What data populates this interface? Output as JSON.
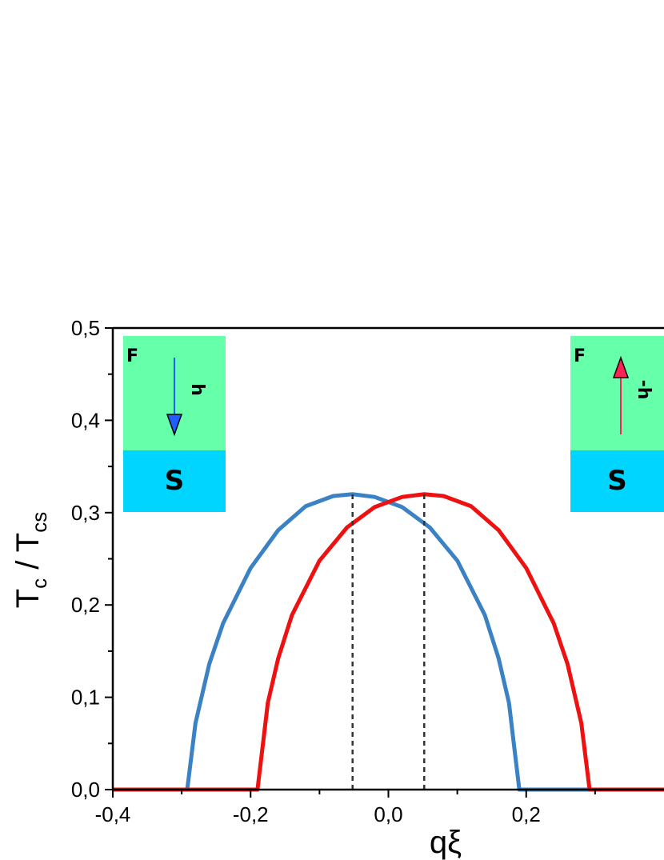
{
  "chart_data": {
    "type": "line",
    "xlabel": "qξ",
    "ylabel_main": "T",
    "ylabel_sub1": "c",
    "ylabel_sep": " / T",
    "ylabel_sub2": "cs",
    "xlim": [
      -0.4,
      0.4
    ],
    "ylim": [
      0,
      0.5
    ],
    "x_ticks": [
      "-0,4",
      "-0,2",
      "0,0",
      "0,2"
    ],
    "y_ticks": [
      "0,0",
      "0,1",
      "0,2",
      "0,3",
      "0,4",
      "0,5"
    ],
    "grid": false,
    "series": [
      {
        "color": "#3b82c4",
        "x": [
          -0.4,
          -0.292,
          -0.28,
          -0.26,
          -0.24,
          -0.2,
          -0.16,
          -0.12,
          -0.08,
          -0.052,
          -0.02,
          0.02,
          0.06,
          0.1,
          0.14,
          0.16,
          0.175,
          0.182,
          0.19,
          0.4
        ],
        "y": [
          0,
          0,
          0.072,
          0.136,
          0.18,
          0.24,
          0.281,
          0.307,
          0.318,
          0.32,
          0.317,
          0.306,
          0.284,
          0.248,
          0.189,
          0.142,
          0.094,
          0.05,
          0,
          0
        ]
      },
      {
        "color": "#ee1111",
        "x": [
          -0.4,
          -0.19,
          -0.182,
          -0.175,
          -0.16,
          -0.14,
          -0.1,
          -0.06,
          -0.02,
          0.02,
          0.052,
          0.08,
          0.12,
          0.16,
          0.2,
          0.24,
          0.26,
          0.28,
          0.292,
          0.4
        ],
        "y": [
          0,
          0,
          0.05,
          0.094,
          0.142,
          0.189,
          0.248,
          0.284,
          0.306,
          0.317,
          0.32,
          0.318,
          0.307,
          0.281,
          0.24,
          0.18,
          0.136,
          0.072,
          0,
          0
        ]
      }
    ],
    "vlines": [
      {
        "x": -0.052,
        "y_top": 0.32,
        "style": "dashed"
      },
      {
        "x": 0.052,
        "y_top": 0.32,
        "style": "dashed"
      }
    ],
    "insets": [
      {
        "position": "top-left",
        "top_label": "F",
        "bottom_label": "S",
        "arrow_label": "h",
        "arrow_direction": "down",
        "arrow_color": "#1f5fff",
        "top_color": "#66ffaa",
        "bottom_color": "#00d5ff"
      },
      {
        "position": "top-right",
        "top_label": "F",
        "bottom_label": "S",
        "arrow_label": "-h",
        "arrow_direction": "up",
        "arrow_color": "#ff2255",
        "top_color": "#66ffaa",
        "bottom_color": "#00d5ff"
      }
    ]
  }
}
